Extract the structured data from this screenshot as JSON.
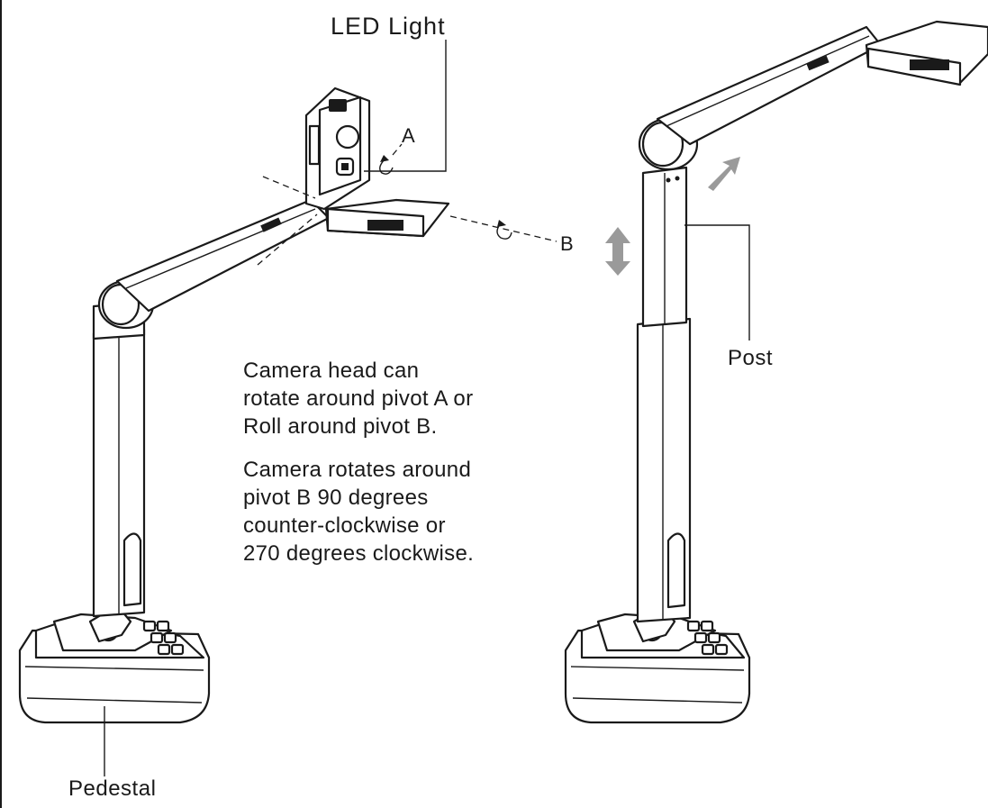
{
  "labels": {
    "led_light": "LED Light",
    "pivot_a": "A",
    "pivot_b": "B",
    "post": "Post",
    "pedestal": "Pedestal"
  },
  "description": {
    "paragraph_1": "Camera  head can\nrotate around pivot A or\nRoll around pivot B.",
    "paragraph_2": "Camera  rotates around\npivot B 90 degrees\ncounter-clockwise or\n270 degrees clockwise."
  },
  "colors": {
    "line": "#1a1a1a",
    "arrow": "#9a9a9a",
    "background": "#ffffff"
  }
}
